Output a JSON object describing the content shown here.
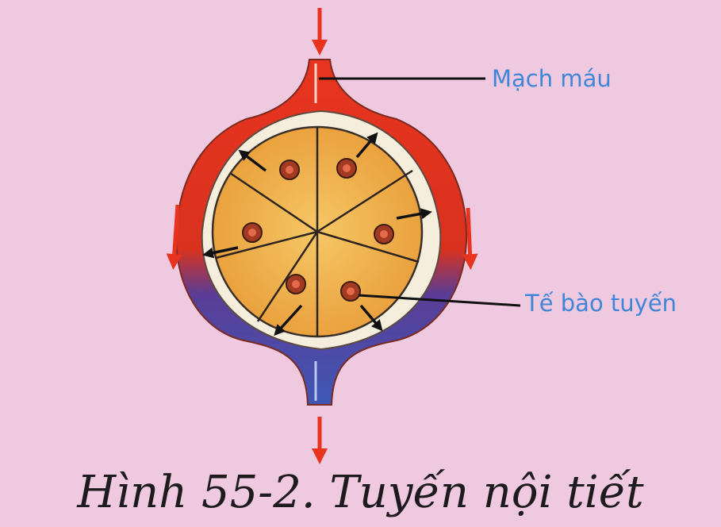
{
  "labels": {
    "blood_vessel": "Mạch máu",
    "gland_cell": "Tế bào tuyến"
  },
  "caption": "Hình 55-2. Tuyến nội tiết",
  "colors": {
    "background": "#efc9e0",
    "artery": "#e8341f",
    "vein": "#3f57b5",
    "gland_cells": "#f0b04a",
    "flow_arrow": "#e8341f",
    "label_text": "#3f86d9"
  }
}
